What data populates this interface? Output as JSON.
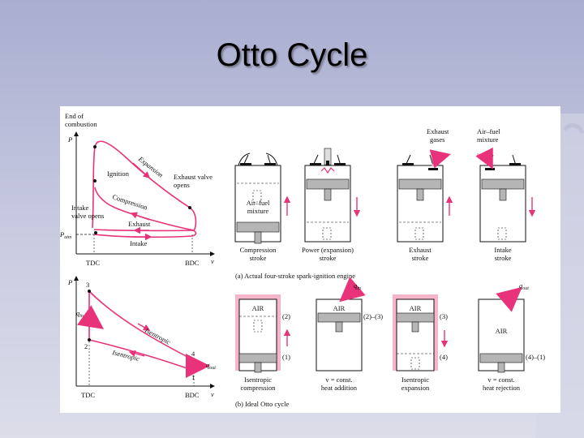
{
  "slide": {
    "title": "Otto Cycle"
  },
  "colors": {
    "curve": "#e8337a",
    "pink_fill": "#f7b5c9",
    "cyl_fill": "#ffffff",
    "piston": "#b5b5b5"
  },
  "top_pv": {
    "end_combustion": [
      "End of",
      "combustion"
    ],
    "p_axis": "P",
    "v_axis": "v",
    "ignition": "Ignition",
    "expansion": "Expansion",
    "exhaust_valve_opens": [
      "Exhaust valve",
      "opens"
    ],
    "compression": "Compression",
    "intake_valve_opens": [
      "Intake",
      "valve opens"
    ],
    "exhaust": "Exhaust",
    "intake": "Intake",
    "patm": "P",
    "patm_sub": "atm",
    "tdc": "TDC",
    "bdc": "BDC"
  },
  "bottom_pv": {
    "p_axis": "P",
    "v_axis": "v",
    "pt1": "1",
    "pt2": "2",
    "pt3": "3",
    "pt4": "4",
    "q_in": "q",
    "q_in_sub": "in",
    "q_out": "q",
    "q_out_sub": "out",
    "isentropic_upper": "Isentropic",
    "isentropic_lower": "Isentropic",
    "tdc": "TDC",
    "bdc": "BDC"
  },
  "engine": {
    "exhaust_gases": [
      "Exhaust",
      "gases"
    ],
    "air_fuel_mixture_top": [
      "Air–fuel",
      "mixture"
    ],
    "air_fuel_inside": [
      "Air–fuel",
      "mixture"
    ],
    "strokes": [
      [
        "Compression",
        "stroke"
      ],
      [
        "Power (expansion)",
        "stroke"
      ],
      [
        "Exhaust",
        "stroke"
      ],
      [
        "Intake",
        "stroke"
      ]
    ],
    "caption_a": "(a) Actual four-stroke spark-ignition engine"
  },
  "ideal": {
    "air": [
      "AIR",
      "AIR",
      "AIR",
      "AIR"
    ],
    "state_labels": [
      "(2)",
      "(1)",
      "(2)–(3)",
      "(3)",
      "(4)",
      "(4)–(1)"
    ],
    "q_in": "q",
    "q_in_sub": "in",
    "q_out": "q",
    "q_out_sub": "out",
    "processes": [
      [
        "Isentropic",
        "compression"
      ],
      [
        "v = const.",
        "heat addition"
      ],
      [
        "Isentropic",
        "expansion"
      ],
      [
        "v = const.",
        "heat rejection"
      ]
    ],
    "caption_b": "(b) Ideal Otto cycle"
  }
}
